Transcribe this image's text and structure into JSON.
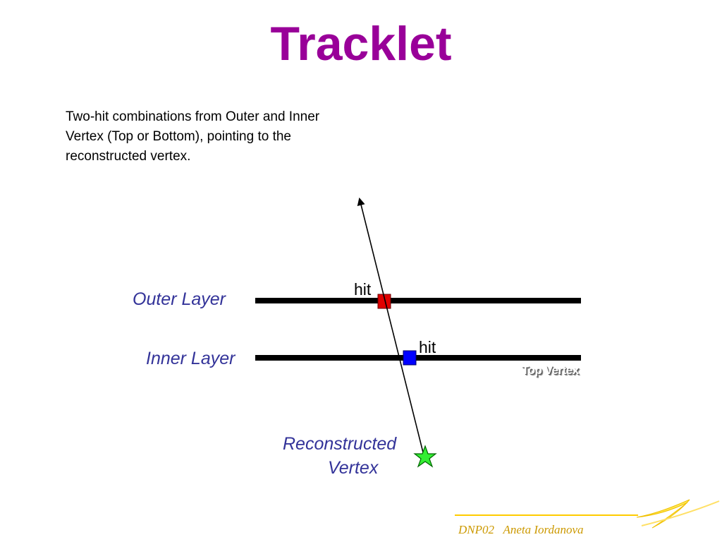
{
  "title": "Tracklet",
  "description": {
    "lines": [
      "Two-hit combinations from Outer and Inner",
      "Vertex (Top or Bottom), pointing to the",
      "reconstructed vertex."
    ]
  },
  "diagram": {
    "outer_layer_label": "Outer Layer",
    "inner_layer_label": "Inner Layer",
    "outer_hit_label": "hit",
    "inner_hit_label": "hit",
    "vertex_label_line1": "Reconstructed",
    "vertex_label_line2": "Vertex",
    "top_vertex_label": "Top Vertex"
  },
  "footer": {
    "text": "DNP02   Aneta Iordanova"
  },
  "colors": {
    "title": "#990099",
    "label": "#333399",
    "outer_hit": "#e00000",
    "inner_hit": "#0000ff",
    "vertex_star": "#33ee33",
    "footer_text": "#cc9900",
    "footer_line": "#ffcc00"
  }
}
